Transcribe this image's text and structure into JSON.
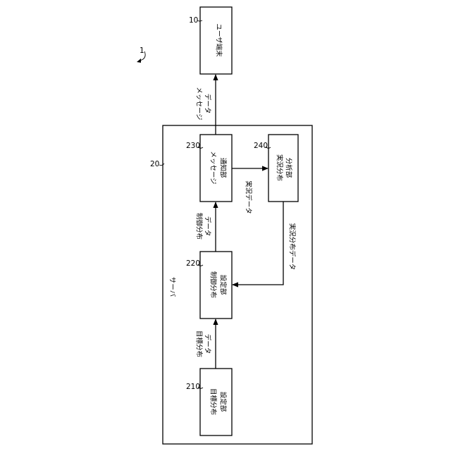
{
  "system": {
    "ref": "1"
  },
  "server": {
    "ref": "20",
    "label": "サーバ"
  },
  "user_terminal": {
    "ref": "10",
    "label": "ユーザ端末"
  },
  "blocks": [
    {
      "ref": "210",
      "line1": "目標分布",
      "line2": "設定部"
    },
    {
      "ref": "220",
      "line1": "制御分布",
      "line2": "設定部"
    },
    {
      "ref": "230",
      "line1": "メッセージ",
      "line2": "通知部"
    },
    {
      "ref": "240",
      "line1": "実況分布",
      "line2": "分析部"
    }
  ],
  "flows": {
    "target_dist": {
      "line1": "目標分布",
      "line2": "データ"
    },
    "control_dist": {
      "line1": "制御分布",
      "line2": "データ"
    },
    "message_data": {
      "line1": "メッセージ",
      "line2": "データ"
    },
    "actual_data": "実況データ",
    "actual_dist_data": "実況分布データ"
  }
}
